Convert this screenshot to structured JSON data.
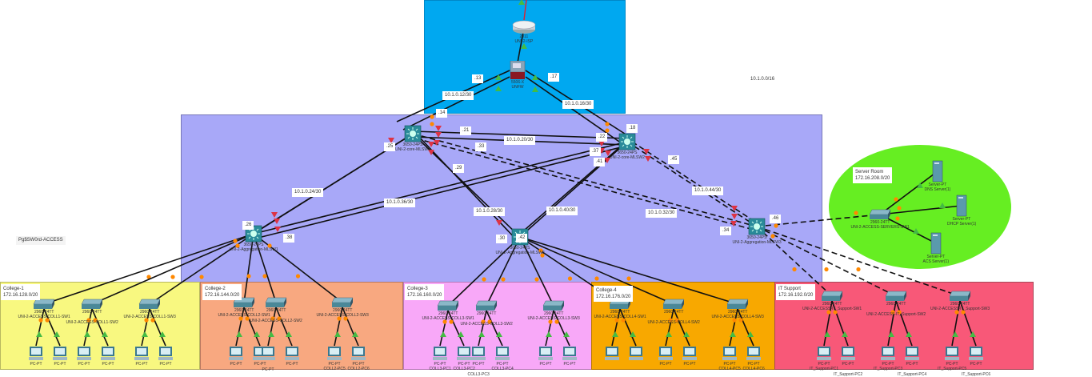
{
  "colors": {
    "isp_zone": "#00a8f0",
    "core_zone": "#a8a8f8",
    "server_zone": "#66ee22",
    "college1": "#f8f880",
    "college2": "#f8a880",
    "college3": "#f8a8f8",
    "college4": "#f8a800",
    "it_support": "#f85878",
    "link": "#111111",
    "port_up": "#44bb44",
    "port_down": "#dd3344",
    "port_orange": "#ff8800"
  },
  "isp": {
    "model": "2911",
    "name": "UNI-2-ISP"
  },
  "firewall": {
    "model": "5506-X",
    "name": "UNFW"
  },
  "core": [
    {
      "model": "3650-24PS",
      "name": "UNI-2-core-MLSW1"
    },
    {
      "model": "3650-24PS",
      "name": "UNI-2-core-MLSW2"
    }
  ],
  "aggregation": [
    {
      "model": "3650-24PS",
      "name": "UNI-2-Aggregation-MLSW1"
    },
    {
      "model": "3650-24PS",
      "name": "UNI-2-Aggregation-MLSW2"
    },
    {
      "model": "3650-24PS",
      "name": "UNI-2-Aggregation-MLSW3"
    }
  ],
  "subnet_tags": [
    "10.1.0.12/30",
    "10.1.0.16/30",
    "10.1.0.20/30",
    "10.1.0.24/30",
    "10.1.0.36/30",
    "10.1.0.28/30",
    "10.1.0.40/30",
    "10.1.0.32/30",
    "10.1.0.44/30"
  ],
  "ip_tags": [
    ".13",
    ".17",
    ".14",
    ".18",
    ".21",
    ".22",
    ".25",
    ".33",
    ".37",
    ".41",
    ".45",
    ".29",
    ".26",
    ".38",
    ".30",
    ".42",
    ".34",
    ".46"
  ],
  "floating": {
    "network_summary": "10.1.0.0/16",
    "layer_note": "Pg$SW0rd-ACCESS"
  },
  "server_room": {
    "title": "Server Room",
    "subnet": "172.16.208.0/20",
    "switch": {
      "model": "2960-24TT",
      "name": "UNI-2-ACCESS-SERVERS-SW1"
    },
    "servers": [
      {
        "model": "Server-PT",
        "name": "DNS Server(1)"
      },
      {
        "model": "Server-PT",
        "name": "DHCP Server(1)"
      },
      {
        "model": "Server-PT",
        "name": "ACS Server(1)"
      }
    ]
  },
  "zones": [
    {
      "title": "College-1",
      "subnet": "172.16.128.0/20",
      "switches": [
        {
          "model": "2960-24TT",
          "name": "UNI-2-ACCESS-COLL1-SW1"
        },
        {
          "model": "2960-24TT",
          "name": "UNI-2-ACCESS-COLL1-SW2"
        },
        {
          "model": "2960-24TT",
          "name": "UNI-2-ACCESS-COLL1-SW3"
        }
      ],
      "pcs": [
        {
          "model": "PC-PT",
          "name": ""
        },
        {
          "model": "PC-PT",
          "name": ""
        },
        {
          "model": "PC-PT",
          "name": ""
        },
        {
          "model": "PC-PT",
          "name": ""
        },
        {
          "model": "PC-PT",
          "name": ""
        },
        {
          "model": "PC-PT",
          "name": ""
        }
      ]
    },
    {
      "title": "College-2",
      "subnet": "172.16.144.0/20",
      "switches": [
        {
          "model": "2960-24TT",
          "name": "UNI-2-ACCESS-COLL2-SW1"
        },
        {
          "model": "2960-24TT",
          "name": "UNI-2-ACCESS-COLL2-SW2"
        },
        {
          "model": "2960-24TT",
          "name": "UNI-2-ACCESS-COLL2-SW3"
        }
      ],
      "pcs": [
        {
          "model": "PC-PT",
          "name": ""
        },
        {
          "model": "PC-PT",
          "name": ""
        },
        {
          "model": "PC-PT",
          "name": ""
        },
        {
          "model": "PC-PT",
          "name": ""
        },
        {
          "model": "PC-PT",
          "name": "COLL2-PC5"
        },
        {
          "model": "PC-PT",
          "name": "COLL2-PC6"
        }
      ]
    },
    {
      "title": "College-3",
      "subnet": "172.16.160.0/20",
      "switches": [
        {
          "model": "2960-24TT",
          "name": "UNI-2-ACCESS-COLL3-SW1"
        },
        {
          "model": "2960-24TT",
          "name": "UNI-2-ACCESS-COLL3-SW2"
        },
        {
          "model": "2960-24TT",
          "name": "UNI-2-ACCESS-COLL3-SW3"
        }
      ],
      "pcs": [
        {
          "model": "PC-PT",
          "name": "COLL3-PC1"
        },
        {
          "model": "PC-PT",
          "name": "COLL3-PC2"
        },
        {
          "model": "PC-PT",
          "name": "COLL3-PC3"
        },
        {
          "model": "PC-PT",
          "name": "COLL3-PC4"
        },
        {
          "model": "PC-PT",
          "name": ""
        },
        {
          "model": "PC-PT",
          "name": ""
        }
      ]
    },
    {
      "title": "College-4",
      "subnet": "172.16.176.0/20",
      "switches": [
        {
          "model": "2960-24TT",
          "name": "UNI-2-ACCESS-COLL4-SW1"
        },
        {
          "model": "2960-24TT",
          "name": "UNI-2-ACCESS-COLL4-SW2"
        },
        {
          "model": "2960-24TT",
          "name": "UNI-2-ACCESS-COLL4-SW3"
        }
      ],
      "pcs": [
        {
          "model": "",
          "name": ""
        },
        {
          "model": "",
          "name": ""
        },
        {
          "model": "PC-PT",
          "name": ""
        },
        {
          "model": "PC-PT",
          "name": ""
        },
        {
          "model": "PC-PT",
          "name": "COLL4-PC5"
        },
        {
          "model": "PC-PT",
          "name": "COLL4-PC6"
        }
      ]
    },
    {
      "title": "IT Support",
      "subnet": "172.16.192.0/20",
      "switches": [
        {
          "model": "2960-24TT",
          "name": "UNI-2-ACCESS-IT_Support-SW1"
        },
        {
          "model": "2960-24TT",
          "name": "UNI-2-ACCESS-IT_Support-SW2"
        },
        {
          "model": "2960-24TT",
          "name": "UNI-2-ACCESS-IT_Support-SW3"
        }
      ],
      "pcs": [
        {
          "model": "PC-PT",
          "name": "IT_Support-PC1"
        },
        {
          "model": "PC-PT",
          "name": "IT_Support-PC2"
        },
        {
          "model": "PC-PT",
          "name": "IT_Support-PC3"
        },
        {
          "model": "PC-PT",
          "name": "IT_Support-PC4"
        },
        {
          "model": "PC-PT",
          "name": "IT_Support-PC5"
        },
        {
          "model": "PC-PT",
          "name": "IT_Support-PC6"
        }
      ]
    }
  ]
}
